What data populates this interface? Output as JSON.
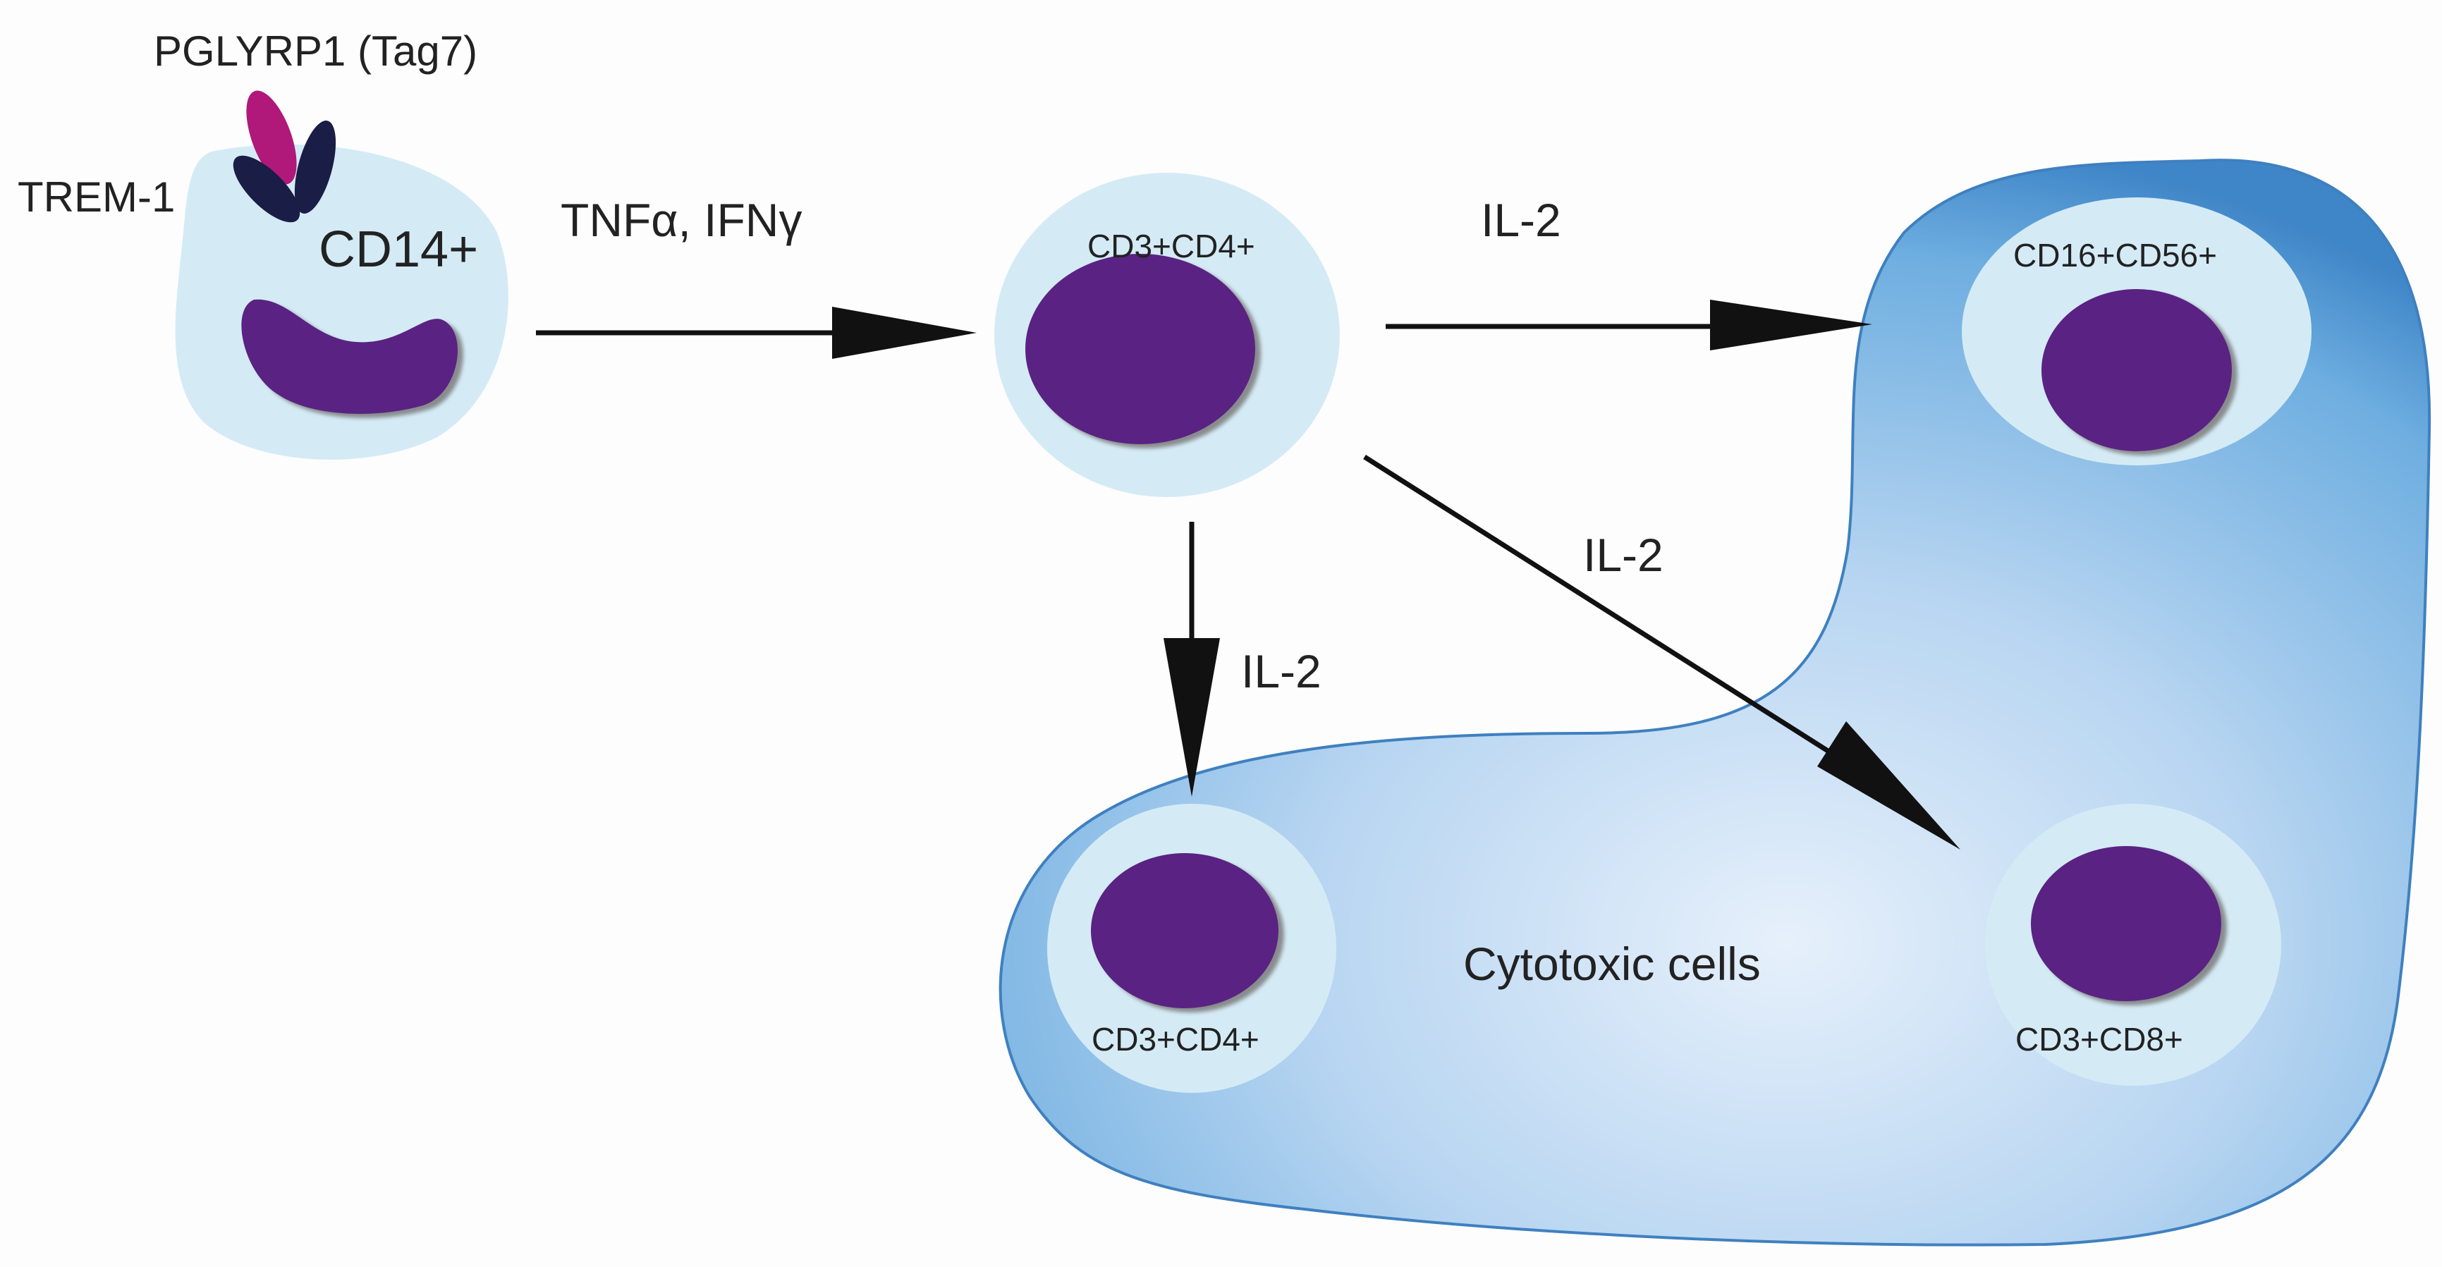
{
  "labels": {
    "pglyrp1": "PGLYRP1 (Tag7)",
    "trem1": "TREM-1",
    "cd14": "CD14+",
    "cytokines": "TNFα, IFNγ",
    "il2_right": "IL-2",
    "il2_down": "IL-2",
    "il2_diagonal": "IL-2",
    "cytotoxic": "Cytotoxic cells"
  },
  "cells": {
    "helper_top": "CD3+CD4+",
    "nk": "CD16+CD56+",
    "helper_bottom": "CD3+CD4+",
    "cd8": "CD3+CD8+"
  },
  "colors": {
    "cell_body": "#d4ebf6",
    "nucleus": "#5a2082",
    "pglyrp1_receptor": "#b0187a",
    "trem1_receptor": "#1a1d45",
    "cytotoxic_region": "#5fa6dc",
    "arrow": "#111111"
  }
}
